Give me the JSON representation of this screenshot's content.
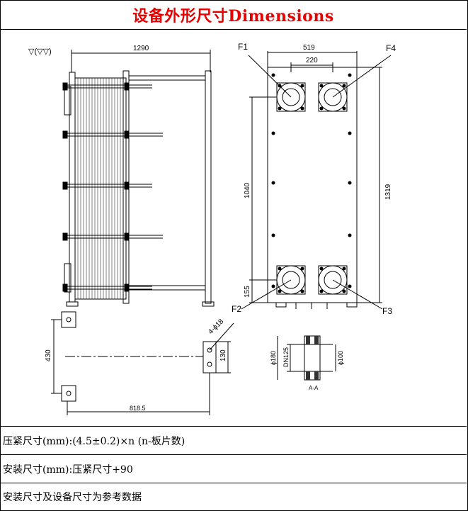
{
  "title": "设备外形尺寸Dimensions",
  "drawing": {
    "surface_symbol": "▽(▽▽)",
    "dimensions": {
      "length_total": "1290",
      "width_total": "519",
      "port_spacing": "220",
      "height_ports": "1040",
      "height_total": "1319",
      "bottom_offset": "155",
      "bolt_holes": "4-ϕ18",
      "foot_height": "130",
      "foot_spacing": "430",
      "foot_length": "818.5",
      "flange_outer": "ϕ180",
      "flange_nominal": "DN125",
      "flange_inner": "ϕ100"
    },
    "ports": [
      "F1",
      "F4",
      "F2",
      "F3"
    ],
    "section_label": "A-A"
  },
  "notes": {
    "compressed_size": "压紧尺寸(mm):(4.5±0.2)×n (n-板片数)",
    "install_size": "安装尺寸(mm):压紧尺寸+90",
    "reference": "安装尺寸及设备尺寸为参考数据"
  }
}
